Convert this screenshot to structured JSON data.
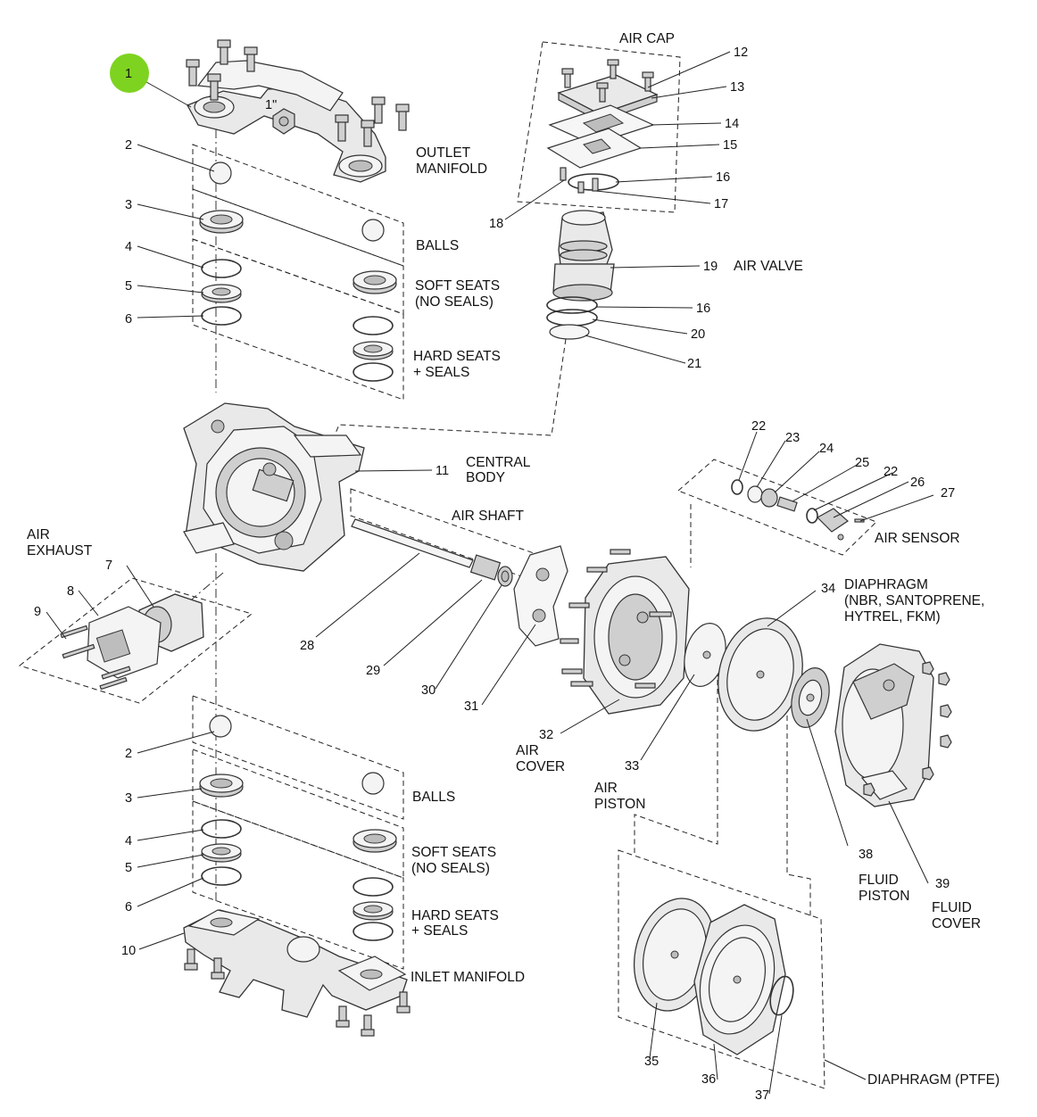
{
  "highlight": {
    "number": "1",
    "color": "#7ed321"
  },
  "callouts": {
    "c1": "1",
    "c2a": "2",
    "c3a": "3",
    "c4a": "4",
    "c5a": "5",
    "c6a": "6",
    "c7": "7",
    "c8": "8",
    "c9": "9",
    "c10": "10",
    "c11": "11",
    "c12": "12",
    "c13": "13",
    "c14": "14",
    "c15": "15",
    "c16a": "16",
    "c16b": "16",
    "c17": "17",
    "c18": "18",
    "c19": "19",
    "c20": "20",
    "c21": "21",
    "c22a": "22",
    "c22b": "22",
    "c23": "23",
    "c24": "24",
    "c25": "25",
    "c26": "26",
    "c27": "27",
    "c28": "28",
    "c29": "29",
    "c30": "30",
    "c31": "31",
    "c32": "32",
    "c33": "33",
    "c34": "34",
    "c35": "35",
    "c36": "36",
    "c37": "37",
    "c38": "38",
    "c39": "39",
    "c2b": "2",
    "c3b": "3",
    "c4b": "4",
    "c5b": "5",
    "c6b": "6"
  },
  "labels": {
    "outlet_manifold": [
      "OUTLET",
      "MANIFOLD"
    ],
    "balls_top": "BALLS",
    "soft_seats_top": [
      "SOFT SEATS",
      "(NO SEALS)"
    ],
    "hard_seats_top": [
      "HARD SEATS",
      "+ SEALS"
    ],
    "air_cap": "AIR CAP",
    "air_valve": "AIR VALVE",
    "central_body": [
      "CENTRAL",
      "BODY"
    ],
    "air_shaft": "AIR SHAFT",
    "air_exhaust": [
      "AIR",
      "EXHAUST"
    ],
    "air_sensor": "AIR SENSOR",
    "diaphragm": [
      "DIAPHRAGM",
      "(NBR, SANTOPRENE,",
      "HYTREL, FKM)"
    ],
    "air_cover": [
      "AIR",
      "COVER"
    ],
    "air_piston": [
      "AIR",
      "PISTON"
    ],
    "fluid_piston": [
      "FLUID",
      "PISTON"
    ],
    "fluid_cover": [
      "FLUID",
      "COVER"
    ],
    "balls_bottom": "BALLS",
    "soft_seats_bottom": [
      "SOFT SEATS",
      "(NO SEALS)"
    ],
    "hard_seats_bottom": [
      "HARD SEATS",
      "+ SEALS"
    ],
    "inlet_manifold": "INLET MANIFOLD",
    "diaphragm_ptfe": "DIAPHRAGM (PTFE)",
    "manifold_size_mark": "1\""
  }
}
